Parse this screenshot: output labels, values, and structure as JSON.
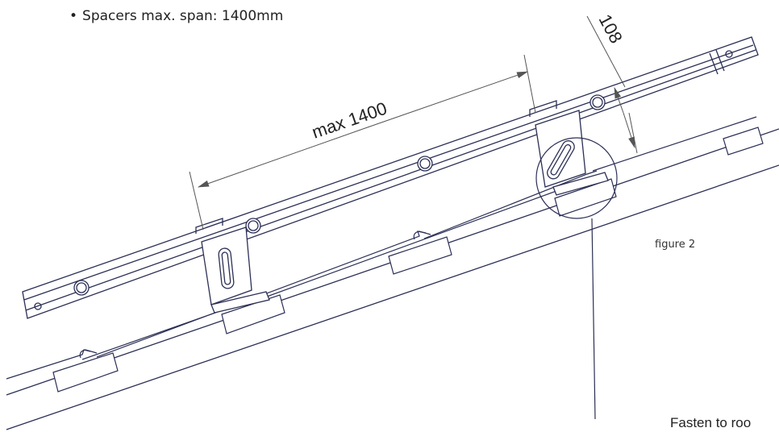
{
  "note": {
    "bullet": "•",
    "text": "Spacers max. span: 1400mm"
  },
  "dimensions": {
    "span_label": "max 1400",
    "height_label": "108"
  },
  "figure_label": "figure 2",
  "callout_label": "Fasten to roo",
  "colors": {
    "line": "#2b2f55",
    "dimension": "#555555",
    "text": "#222222"
  }
}
